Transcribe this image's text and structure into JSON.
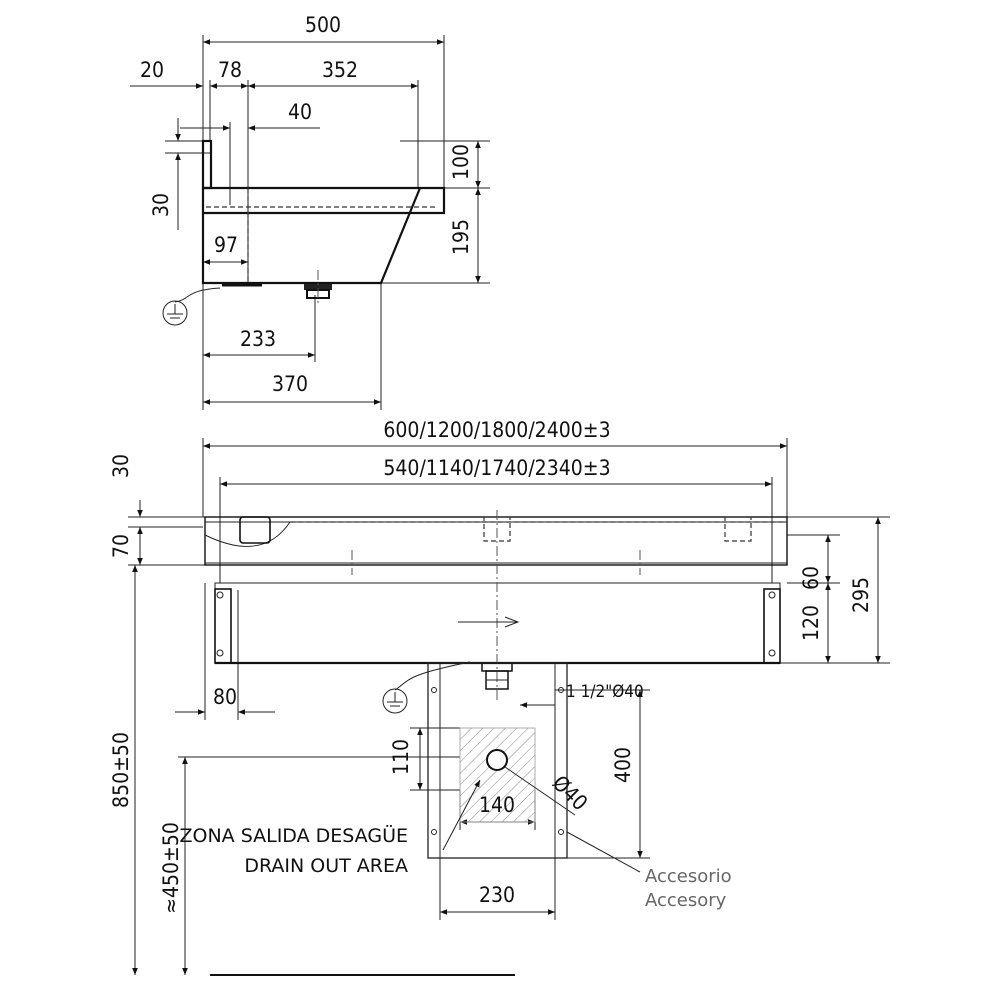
{
  "side_view": {
    "dims": {
      "overall_depth": "500",
      "upstand": "20",
      "offset": "78",
      "basin": "352",
      "inner": "40",
      "upstand_height": "30",
      "upstand_top": "100",
      "bowl_height": "195",
      "wall_offset": "97",
      "drain_position": "233",
      "bowl_depth": "370"
    }
  },
  "front_view": {
    "dims": {
      "overall_length": "600/1200/1800/2400±3",
      "inner_length": "540/1140/1740/2340±3",
      "rim_top": "30",
      "rim_height": "70",
      "front_60": "60",
      "front_120": "120",
      "total_height": "295",
      "side_80": "80",
      "drain_size": "1 1/2\"Ø40",
      "bracket_height": "400",
      "zone_height": "110",
      "zone_width": "140",
      "pipe": "Ø40",
      "bracket_width": "230",
      "mount_height": "850±50",
      "drain_height": "≈450±50"
    },
    "labels": {
      "zone_es": "ZONA SALIDA DESAGÜE",
      "zone_en": "DRAIN OUT AREA",
      "accessory_es": "Accesorio",
      "accessory_en": "Accesory"
    }
  }
}
